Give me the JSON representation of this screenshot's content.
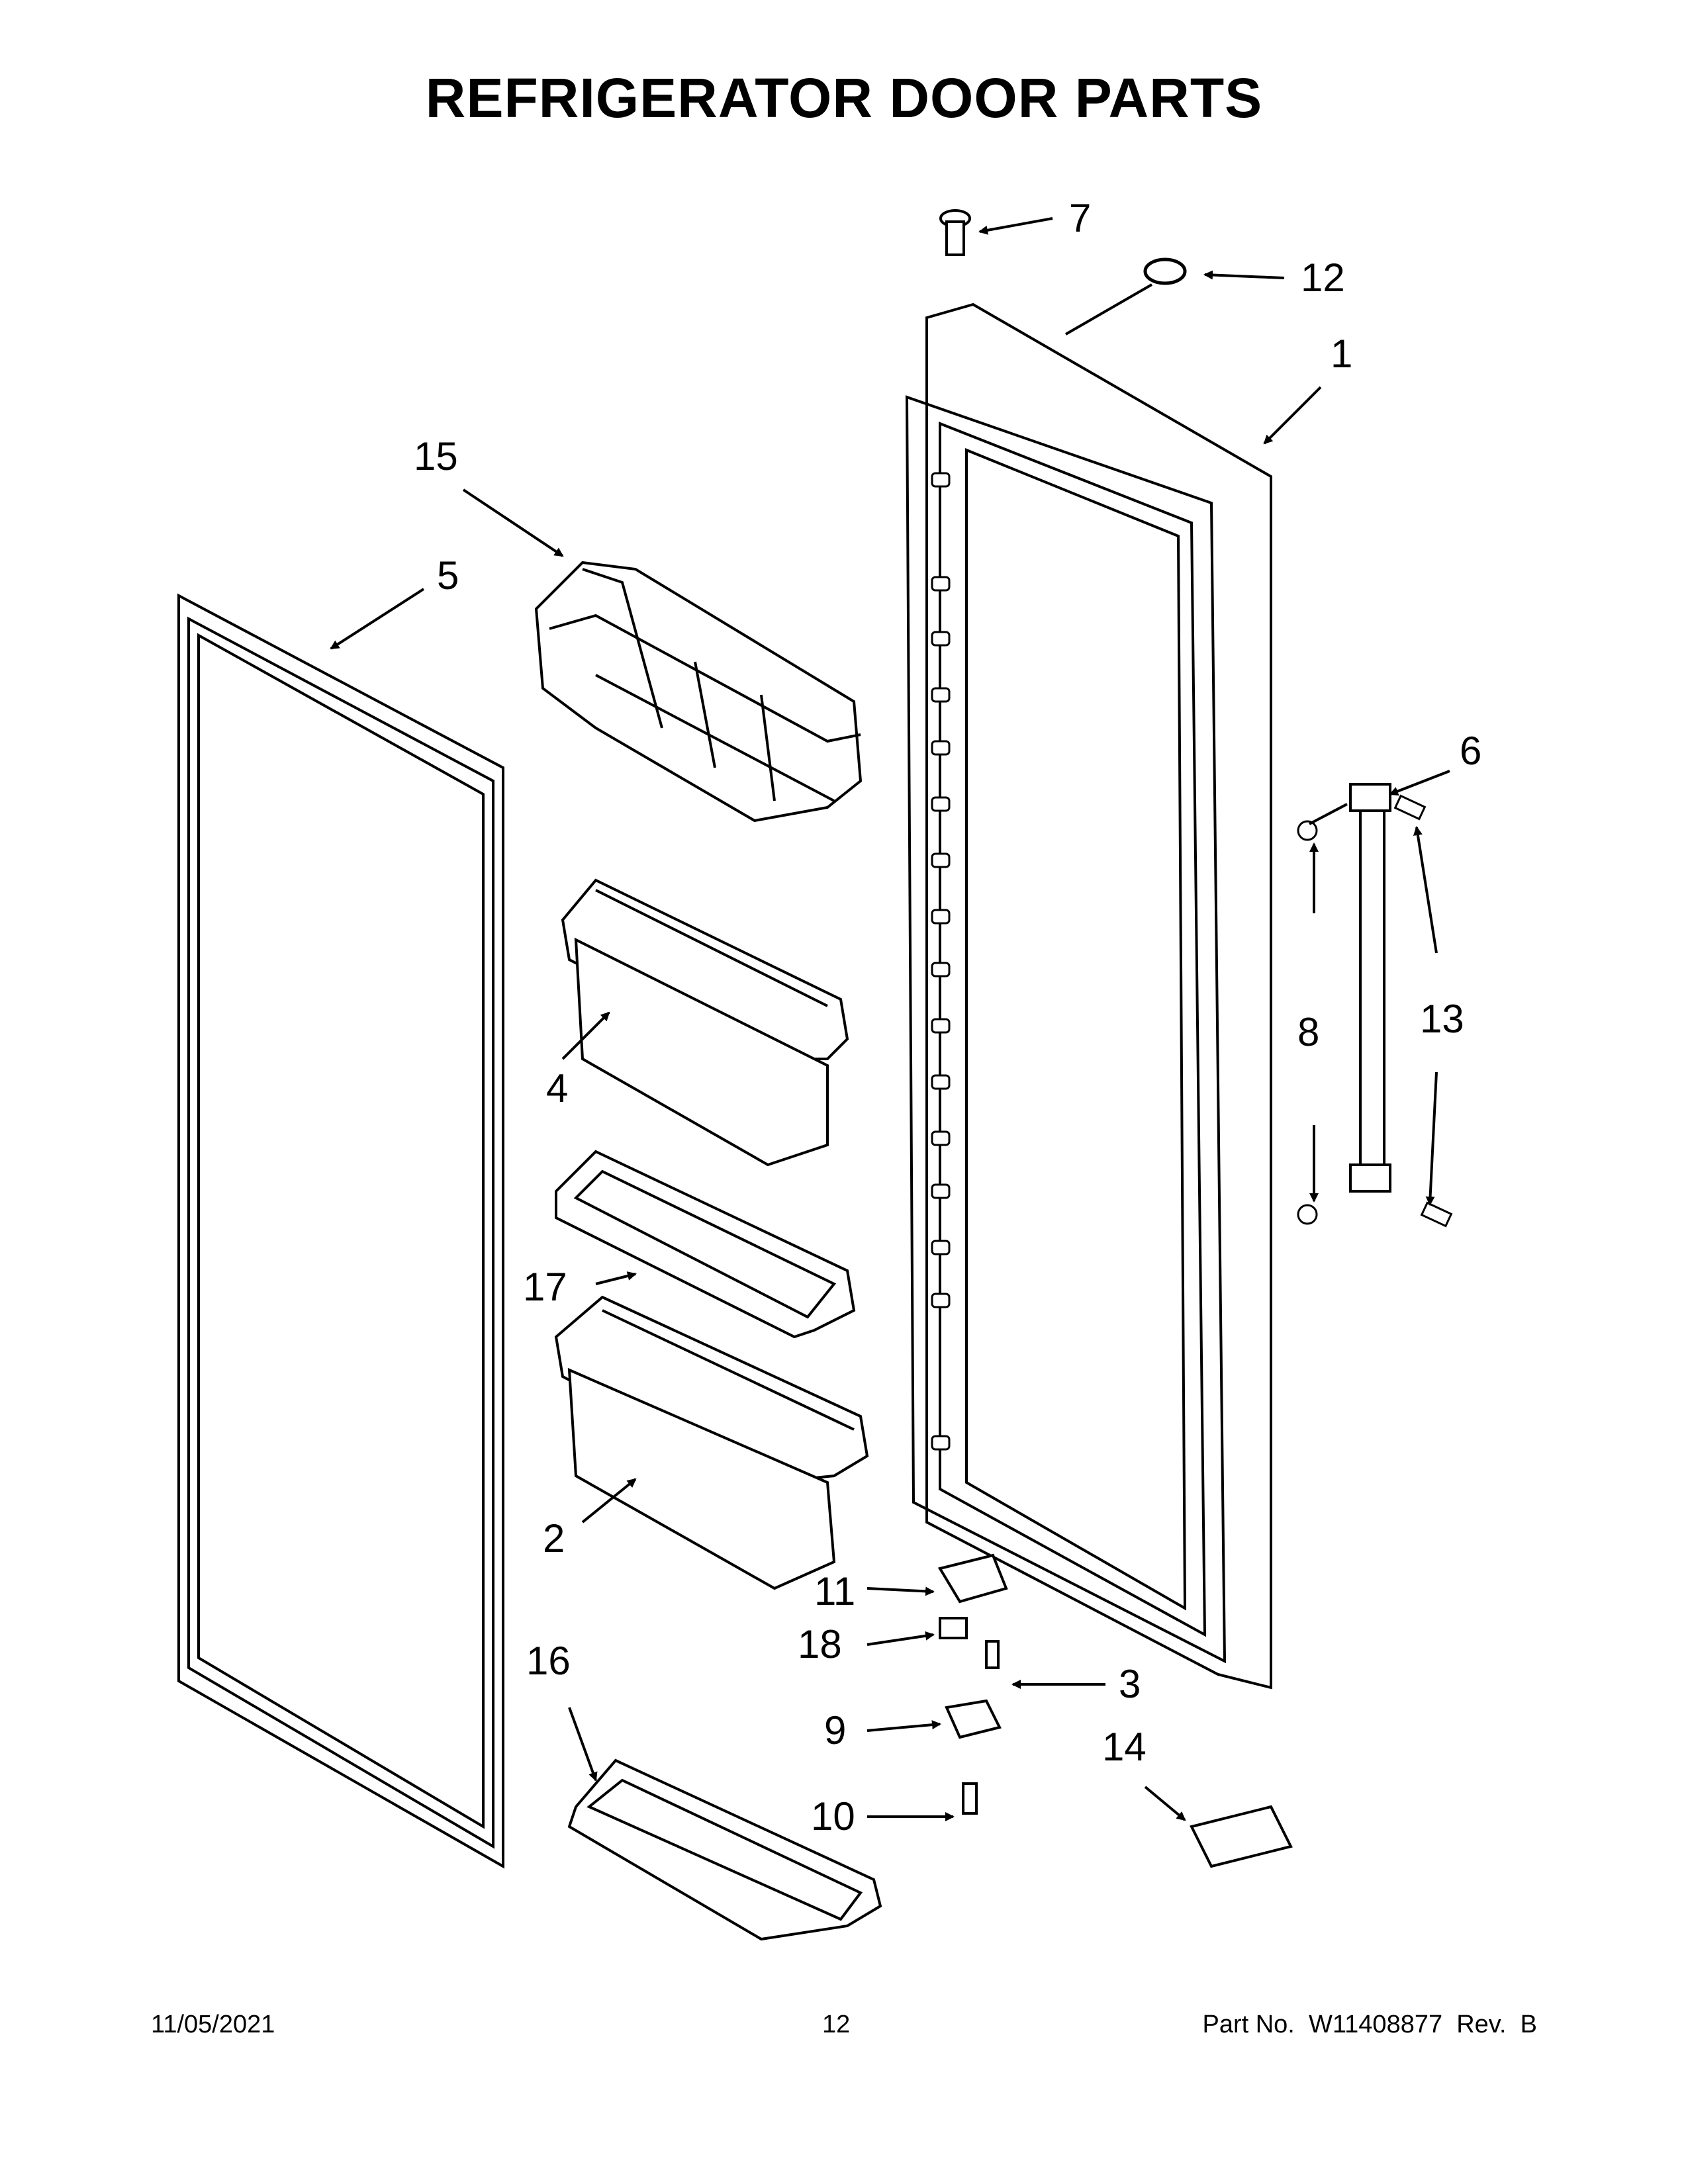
{
  "title": "REFRIGERATOR DOOR PARTS",
  "callouts": [
    "1",
    "2",
    "3",
    "4",
    "5",
    "6",
    "7",
    "8",
    "9",
    "10",
    "11",
    "12",
    "13",
    "14",
    "15",
    "16",
    "17",
    "18"
  ],
  "footer": {
    "date": "11/05/2021",
    "page": "12",
    "part_label": "Part No.  W11408877  Rev.  B"
  },
  "colors": {
    "line": "#000000",
    "background": "#ffffff"
  }
}
